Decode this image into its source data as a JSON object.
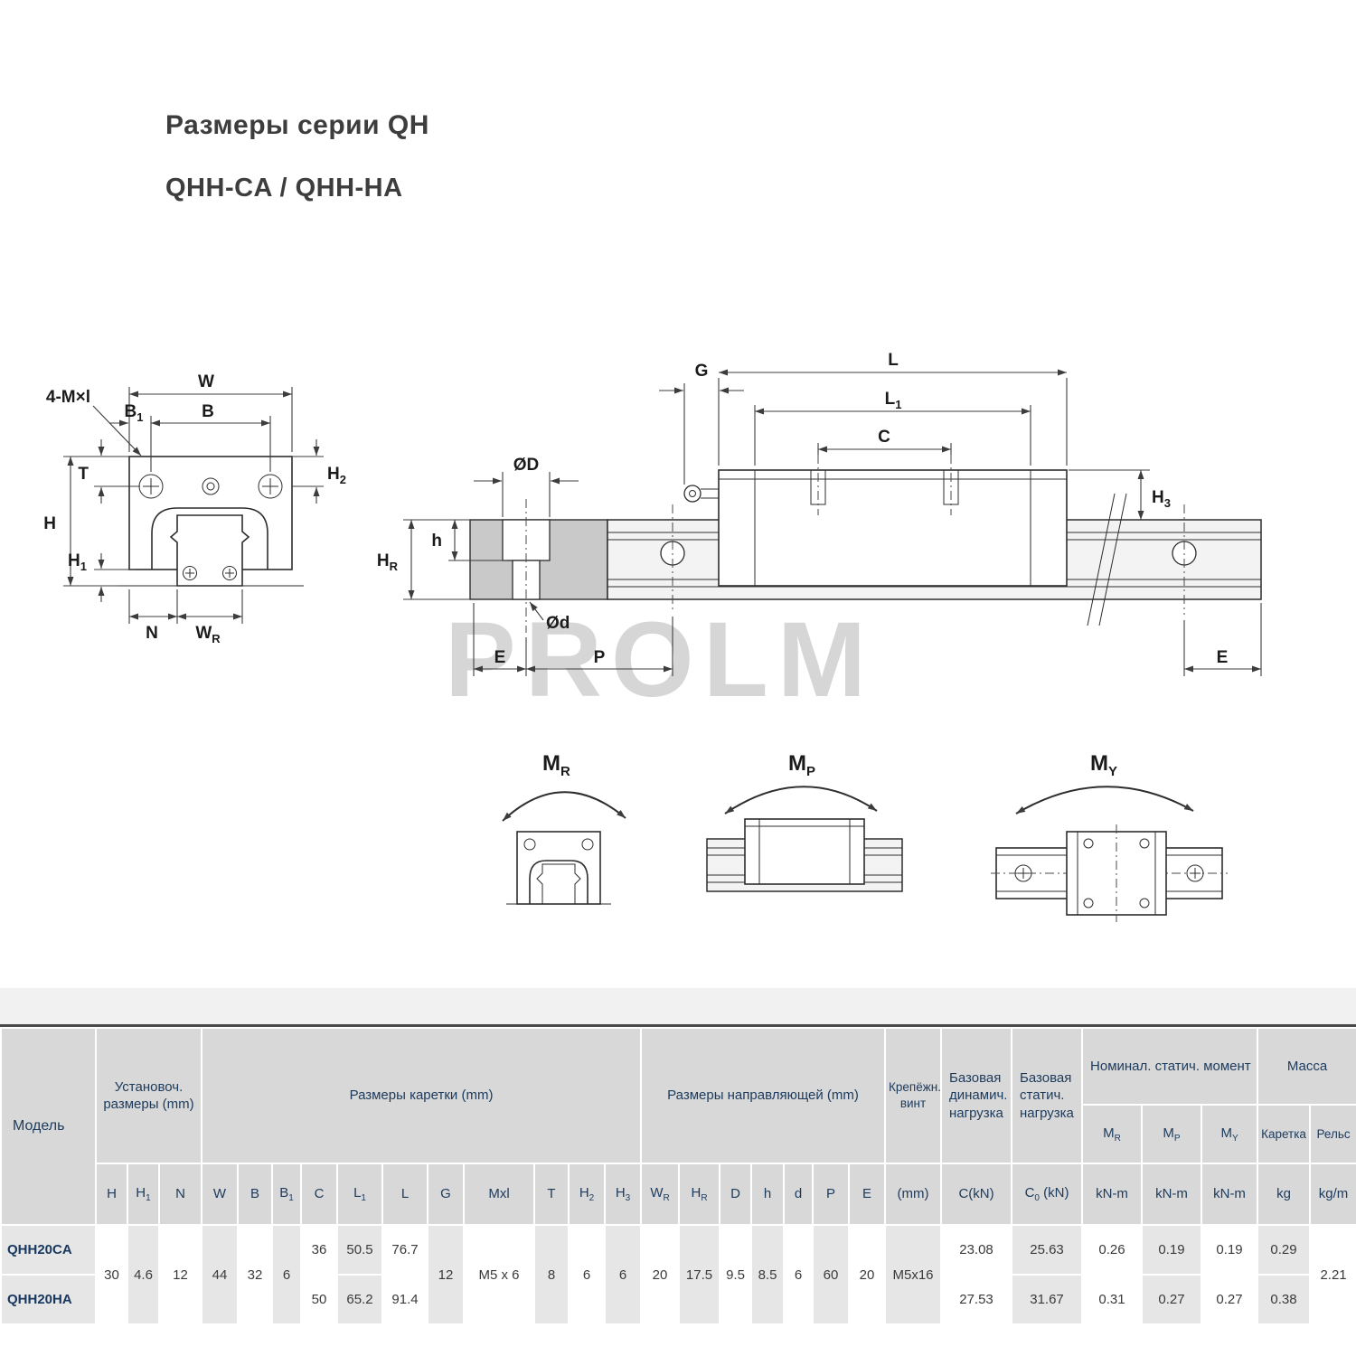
{
  "page": {
    "title": "Размеры серии QH",
    "subtitle": "QHH-CA / QHH-HA",
    "watermark": "PROLM"
  },
  "diagram": {
    "front": {
      "bolt_label": "4-M×l",
      "w": {
        "b": "W",
        "s": ""
      },
      "b1": {
        "b": "B",
        "s": "1"
      },
      "b": {
        "b": "B",
        "s": ""
      },
      "t": {
        "b": "T",
        "s": ""
      },
      "h2": {
        "b": "H",
        "s": "2"
      },
      "h": {
        "b": "H",
        "s": ""
      },
      "h1": {
        "b": "H",
        "s": "1"
      },
      "n": {
        "b": "N",
        "s": ""
      },
      "wr": {
        "b": "W",
        "s": "R"
      }
    },
    "side": {
      "g": {
        "b": "G",
        "s": ""
      },
      "l": {
        "b": "L",
        "s": ""
      },
      "l1": {
        "b": "L",
        "s": "1"
      },
      "c": {
        "b": "C",
        "s": ""
      },
      "od_big": {
        "b": "ØD",
        "s": ""
      },
      "h3": {
        "b": "H",
        "s": "3"
      },
      "hr": {
        "b": "H",
        "s": "R"
      },
      "h_small": {
        "b": "h",
        "s": ""
      },
      "od_small": {
        "b": "Ød",
        "s": ""
      },
      "e_left": {
        "b": "E",
        "s": ""
      },
      "p": {
        "b": "P",
        "s": ""
      },
      "e_right": {
        "b": "E",
        "s": ""
      }
    },
    "moments": {
      "mr": {
        "b": "M",
        "s": "R"
      },
      "mp": {
        "b": "M",
        "s": "P"
      },
      "my": {
        "b": "M",
        "s": "Y"
      }
    }
  },
  "table": {
    "header_rows": [
      {
        "h": 85,
        "cells": [
          {
            "t": "Модель",
            "rs": 3,
            "cls": "model-hdr",
            "n": "col-header-model"
          },
          {
            "t": "Установоч. размеры (mm)",
            "cs": 3,
            "rs": 2,
            "n": "group-install-dims"
          },
          {
            "t": "Размеры каретки (mm)",
            "cs": 11,
            "rs": 2,
            "n": "group-carriage-dims"
          },
          {
            "t": "Размеры направляющей (mm)",
            "cs": 7,
            "rs": 2,
            "n": "group-rail-dims"
          },
          {
            "t": "Крепёжн. винт",
            "rs": 2,
            "cls": "small",
            "n": "group-screw"
          },
          {
            "t": "Базовая динамич. нагрузка",
            "rs": 2,
            "cls": "left",
            "n": "group-dynamic-load"
          },
          {
            "t": "Базовая статич. нагрузка",
            "rs": 2,
            "cls": "left",
            "n": "group-static-load"
          },
          {
            "t": "Номинал. статич. момент",
            "cs": 3,
            "cls": "left",
            "n": "group-static-moment"
          },
          {
            "t": "Масса",
            "cs": 2,
            "n": "group-mass"
          }
        ]
      },
      {
        "h": 65,
        "cells": [
          {
            "t": "M_R",
            "n": "subheader-mr"
          },
          {
            "t": "M_P",
            "n": "subheader-mp"
          },
          {
            "t": "M_Y",
            "n": "subheader-my"
          },
          {
            "t": "Каретка",
            "cls": "small",
            "n": "subheader-carriage"
          },
          {
            "t": "Рельс",
            "cls": "small",
            "n": "subheader-rail"
          }
        ]
      },
      {
        "h": 68,
        "cells": [
          {
            "t": "H"
          },
          {
            "t": "H_1"
          },
          {
            "t": "N"
          },
          {
            "t": "W"
          },
          {
            "t": "B"
          },
          {
            "t": "B_1"
          },
          {
            "t": "C"
          },
          {
            "t": "L_1"
          },
          {
            "t": "L"
          },
          {
            "t": "G"
          },
          {
            "t": "Mxl"
          },
          {
            "t": "T"
          },
          {
            "t": "H_2"
          },
          {
            "t": "H_3"
          },
          {
            "t": "W_R"
          },
          {
            "t": "H_R"
          },
          {
            "t": "D"
          },
          {
            "t": "h"
          },
          {
            "t": "d"
          },
          {
            "t": "P"
          },
          {
            "t": "E"
          },
          {
            "t": "(mm)"
          },
          {
            "t": "C(kN)"
          },
          {
            "t": "C_0 (kN)"
          },
          {
            "t": "kN-m"
          },
          {
            "t": "kN-m"
          },
          {
            "t": "kN-m"
          },
          {
            "t": "kg"
          },
          {
            "t": "kg/m"
          }
        ]
      }
    ],
    "body_rows": [
      {
        "h": 55,
        "cells": [
          {
            "t": "QHH20CA",
            "cls": "model",
            "n": "model-name"
          },
          {
            "t": "30",
            "rs": 2
          },
          {
            "t": "4.6",
            "rs": 2
          },
          {
            "t": "12",
            "rs": 2
          },
          {
            "t": "44",
            "rs": 2
          },
          {
            "t": "32",
            "rs": 2
          },
          {
            "t": "6",
            "rs": 2
          },
          {
            "t": "36"
          },
          {
            "t": "50.5"
          },
          {
            "t": "76.7"
          },
          {
            "t": "12",
            "rs": 2
          },
          {
            "t": "M5 x 6",
            "rs": 2
          },
          {
            "t": "8",
            "rs": 2
          },
          {
            "t": "6",
            "rs": 2
          },
          {
            "t": "6",
            "rs": 2
          },
          {
            "t": "20",
            "rs": 2
          },
          {
            "t": "17.5",
            "rs": 2
          },
          {
            "t": "9.5",
            "rs": 2
          },
          {
            "t": "8.5",
            "rs": 2
          },
          {
            "t": "6",
            "rs": 2
          },
          {
            "t": "60",
            "rs": 2
          },
          {
            "t": "20",
            "rs": 2
          },
          {
            "t": "M5x16",
            "rs": 2
          },
          {
            "t": "23.08"
          },
          {
            "t": "25.63"
          },
          {
            "t": "0.26"
          },
          {
            "t": "0.19"
          },
          {
            "t": "0.19"
          },
          {
            "t": "0.29"
          },
          {
            "t": "2.21",
            "rs": 2
          }
        ]
      },
      {
        "h": 55,
        "cells": [
          {
            "t": "QHH20HA",
            "cls": "model",
            "n": "model-name"
          },
          {
            "t": "50"
          },
          {
            "t": "65.2"
          },
          {
            "t": "91.4"
          },
          {
            "t": "27.53"
          },
          {
            "t": "31.67"
          },
          {
            "t": "0.31"
          },
          {
            "t": "0.27"
          },
          {
            "t": "0.27"
          },
          {
            "t": "0.38"
          }
        ]
      }
    ]
  }
}
